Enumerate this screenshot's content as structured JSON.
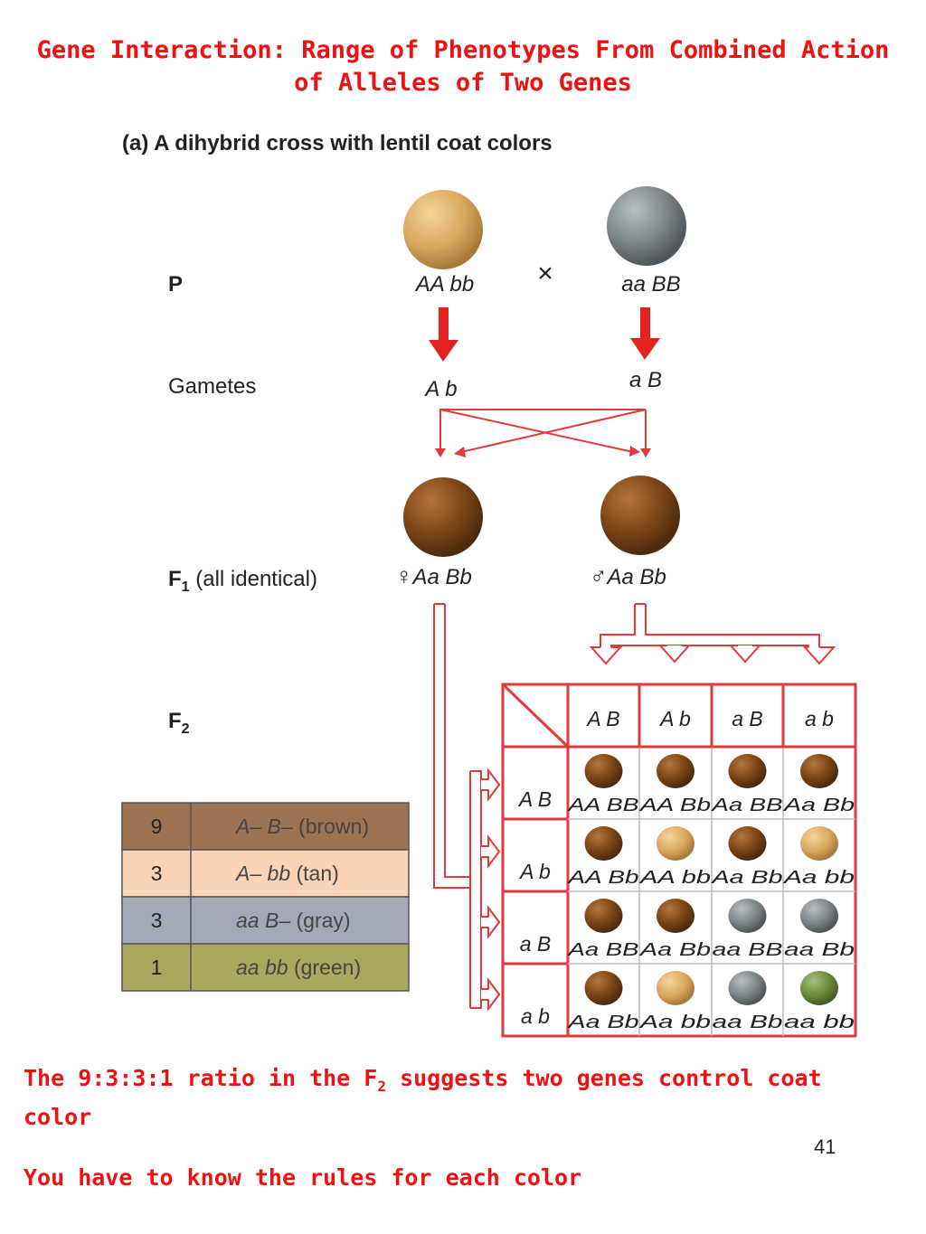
{
  "title": "Gene Interaction: Range of Phenotypes From Combined Action of Alleles of Two Genes",
  "figure": {
    "subtitle": "(a)  A dihybrid cross with lentil coat colors",
    "rows": {
      "p": "P",
      "gametes": "Gametes",
      "f1_prefix": "F",
      "f1_sub": "1",
      "f1_note": " (all identical)",
      "f2_prefix": "F",
      "f2_sub": "2"
    },
    "cross_symbol": "×",
    "parent_left": {
      "genotype": "AA bb",
      "gamete": "A b",
      "color": "tan"
    },
    "parent_right": {
      "genotype": "aa BB",
      "gamete": "a B",
      "color": "gray"
    },
    "f1_female": {
      "symbol": "♀",
      "genotype": "Aa Bb"
    },
    "f1_male": {
      "symbol": "♂",
      "genotype": "Aa Bb"
    },
    "punnett": {
      "col_headers": [
        "A B",
        "A b",
        "a B",
        "a b"
      ],
      "row_headers": [
        "A B",
        "A b",
        "a B",
        "a b"
      ],
      "cells": [
        [
          {
            "g": "AA BB",
            "c": "brown"
          },
          {
            "g": "AA Bb",
            "c": "brown"
          },
          {
            "g": "Aa BB",
            "c": "brown"
          },
          {
            "g": "Aa Bb",
            "c": "brown"
          }
        ],
        [
          {
            "g": "AA Bb",
            "c": "brown"
          },
          {
            "g": "AA bb",
            "c": "tan"
          },
          {
            "g": "Aa Bb",
            "c": "brown"
          },
          {
            "g": "Aa bb",
            "c": "tan"
          }
        ],
        [
          {
            "g": "Aa BB",
            "c": "brown"
          },
          {
            "g": "Aa Bb",
            "c": "brown"
          },
          {
            "g": "aa BB",
            "c": "gray"
          },
          {
            "g": "aa Bb",
            "c": "gray"
          }
        ],
        [
          {
            "g": "Aa Bb",
            "c": "brown"
          },
          {
            "g": "Aa bb",
            "c": "tan"
          },
          {
            "g": "aa Bb",
            "c": "gray"
          },
          {
            "g": "aa bb",
            "c": "green"
          }
        ]
      ]
    },
    "ratio_table": [
      {
        "count": "9",
        "genotype": "A– B–",
        "phenotype": "(brown)",
        "bg": "#9c7454"
      },
      {
        "count": "3",
        "genotype": "A– bb",
        "phenotype": "(tan)",
        "bg": "#fbd4b8"
      },
      {
        "count": "3",
        "genotype": "aa B–",
        "phenotype": "(gray)",
        "bg": "#a4a9b8"
      },
      {
        "count": "1",
        "genotype": "aa bb",
        "phenotype": "(green)",
        "bg": "#a9a85e"
      }
    ]
  },
  "note1_pre": "The 9:3:3:1 ratio in the F",
  "note1_sub": "2",
  "note1_post": " suggests two genes control coat color",
  "note2": "You have to know the rules for each color",
  "page_number": "41",
  "colors": {
    "accent_red": "#ee1111",
    "grid_red": "#e03a3a",
    "pea_brown": "#7a4416",
    "pea_tan": "#d9a85e",
    "pea_gray": "#7b8487",
    "pea_green": "#6b8a3c"
  }
}
